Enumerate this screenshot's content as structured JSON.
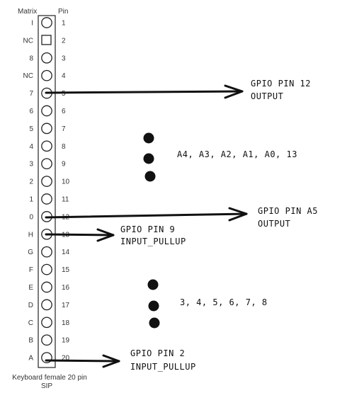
{
  "header": {
    "matrix": "Matrix",
    "pin": "Pin"
  },
  "pins": [
    {
      "matrix": "I",
      "pin": "1",
      "shape": "circle"
    },
    {
      "matrix": "NC",
      "pin": "2",
      "shape": "square"
    },
    {
      "matrix": "8",
      "pin": "3",
      "shape": "circle"
    },
    {
      "matrix": "NC",
      "pin": "4",
      "shape": "circle"
    },
    {
      "matrix": "7",
      "pin": "5",
      "shape": "circle"
    },
    {
      "matrix": "6",
      "pin": "6",
      "shape": "circle"
    },
    {
      "matrix": "5",
      "pin": "7",
      "shape": "circle"
    },
    {
      "matrix": "4",
      "pin": "8",
      "shape": "circle"
    },
    {
      "matrix": "3",
      "pin": "9",
      "shape": "circle"
    },
    {
      "matrix": "2",
      "pin": "10",
      "shape": "circle"
    },
    {
      "matrix": "1",
      "pin": "11",
      "shape": "circle"
    },
    {
      "matrix": "0",
      "pin": "12",
      "shape": "circle"
    },
    {
      "matrix": "H",
      "pin": "13",
      "shape": "circle"
    },
    {
      "matrix": "G",
      "pin": "14",
      "shape": "circle"
    },
    {
      "matrix": "F",
      "pin": "15",
      "shape": "circle"
    },
    {
      "matrix": "E",
      "pin": "16",
      "shape": "circle"
    },
    {
      "matrix": "D",
      "pin": "17",
      "shape": "circle"
    },
    {
      "matrix": "C",
      "pin": "18",
      "shape": "circle"
    },
    {
      "matrix": "B",
      "pin": "19",
      "shape": "circle"
    },
    {
      "matrix": "A",
      "pin": "20",
      "shape": "circle"
    }
  ],
  "caption": {
    "line1": "Keyboard female 20 pin",
    "line2": "SIP"
  },
  "annotations": [
    {
      "line1": "GPIO PIN 12",
      "line2": "OUTPUT"
    },
    {
      "line1": "GPIO PIN A5",
      "line2": "OUTPUT"
    },
    {
      "line1": "GPIO PIN 9",
      "line2": "INPUT_PULLUP"
    },
    {
      "line1": "GPIO PIN 2",
      "line2": "INPUT_PULLUP"
    }
  ],
  "groups": [
    {
      "text": "A4, A3, A2, A1, A0, 13"
    },
    {
      "text": "3, 4, 5, 6, 7, 8"
    }
  ],
  "colors": {
    "ink": "#111111",
    "label": "#333333",
    "connector": "#222222"
  }
}
